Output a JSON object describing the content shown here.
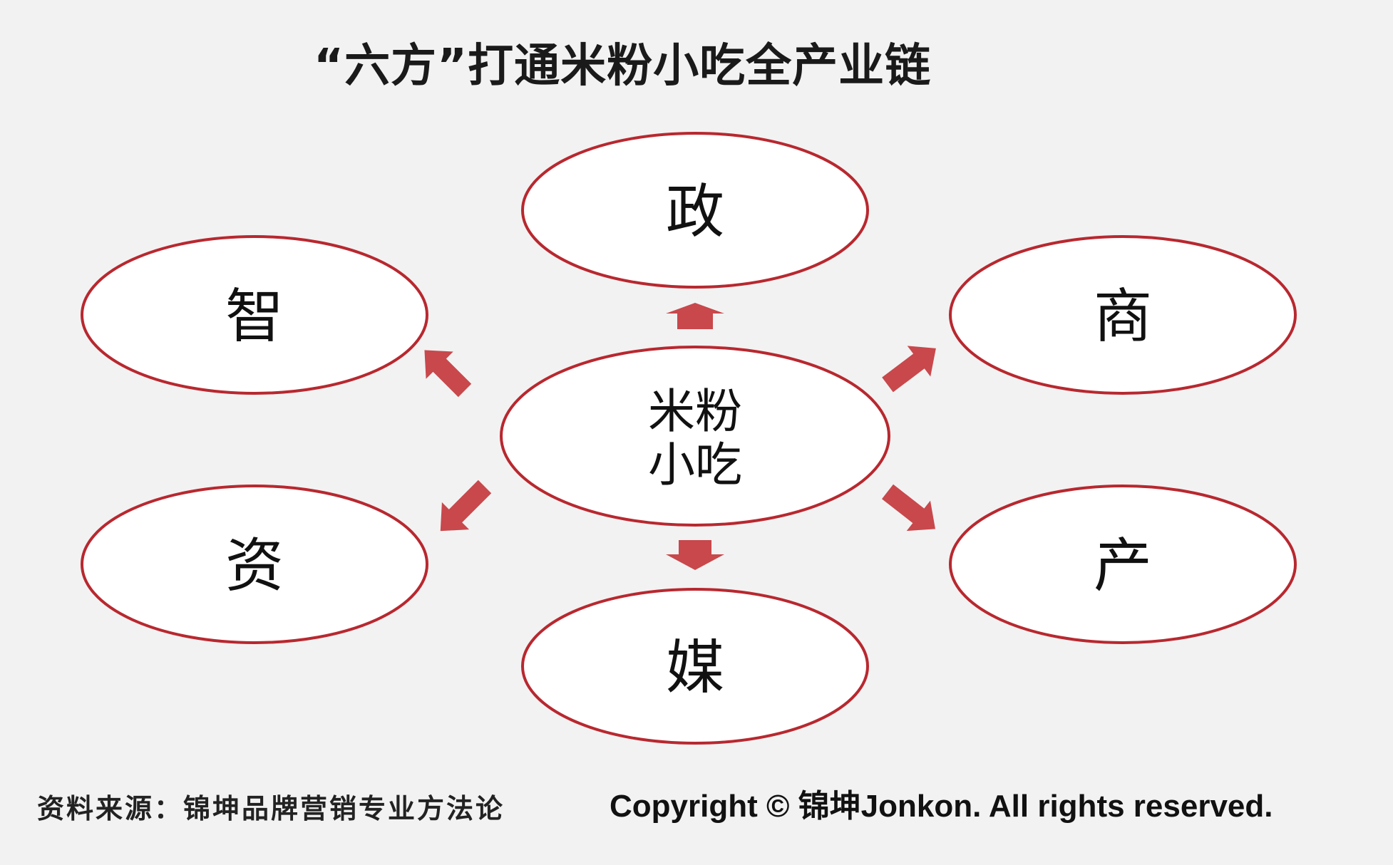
{
  "title": "“六方”打通米粉小吃全产业链",
  "center": {
    "line1": "米粉",
    "line2": "小吃"
  },
  "nodes": {
    "zheng": "政",
    "zhi": "智",
    "shang": "商",
    "zi": "资",
    "chan": "产",
    "mei": "媒"
  },
  "footer": {
    "source": "资料来源：锦坤品牌营销专业方法论",
    "copyright": "Copyright © 锦坤Jonkon. All rights reserved."
  },
  "colors": {
    "ellipse_stroke": "#b8282f",
    "arrow_fill": "#c8484c",
    "background": "#f2f2f2"
  }
}
